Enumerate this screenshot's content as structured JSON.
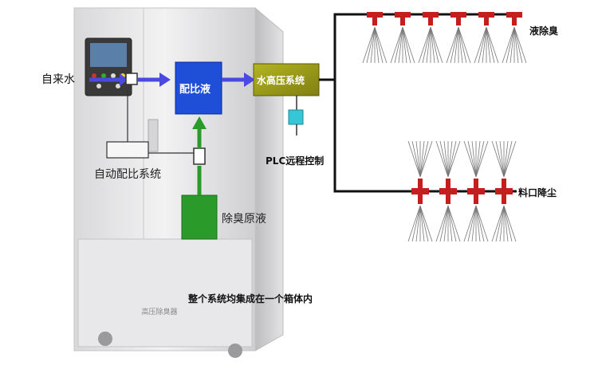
{
  "labels": {
    "tap_water": "自来水",
    "dosing_liquid": "配比液",
    "high_pressure": "水高压系统",
    "plc": "PLC远程控制",
    "auto_dosing": "自动配比系统",
    "deodorant_stock": "除臭原液",
    "liquid_deodor": "液除臭",
    "feed_port_dust": "料口降尘",
    "enclosure_note": "整个系统均集成在一个箱体内",
    "cabinet_brand": "高压除臭器"
  },
  "colors": {
    "arrow_blue": "#4a4ae0",
    "box_blue": "#1f4fd6",
    "olive": "#9a9a18",
    "cyan": "#35c7d6",
    "green": "#2a9a2a",
    "red": "#c41e1e",
    "pipe": "#111111"
  },
  "counts": {
    "top_nozzles": 6,
    "bottom_nozzles": 4
  }
}
